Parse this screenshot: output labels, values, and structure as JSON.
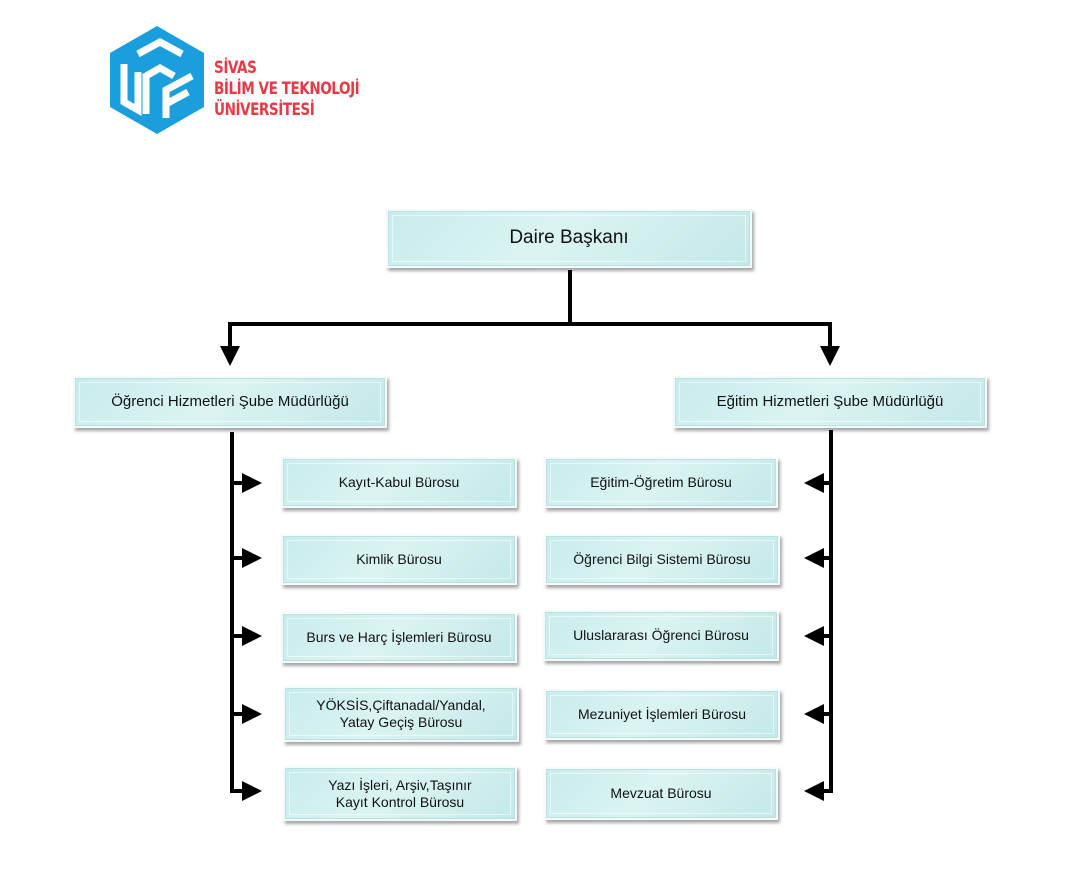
{
  "logo": {
    "name": "Sivas Bilim ve Teknoloji Üniversitesi logo",
    "lines": [
      "SİVAS",
      "BİLİM VE TEKNOLOJİ",
      "ÜNİVERSİTESİ"
    ],
    "mark_color": "#1a9fdc",
    "text_color": "#e63a46"
  },
  "chart": {
    "top": "Daire Başkanı",
    "left_branch": {
      "title": "Öğrenci Hizmetleri Şube Müdürlüğü",
      "units": [
        "Kayıt-Kabul Bürosu",
        "Kimlik Bürosu",
        "Burs ve Harç İşlemleri Bürosu",
        "YÖKSİS,Çiftanadal/Yandal,\nYatay Geçiş Bürosu",
        "Yazı İşleri, Arşiv,Taşınır\nKayıt Kontrol Bürosu"
      ]
    },
    "right_branch": {
      "title": "Eğitim Hizmetleri Şube Müdürlüğü",
      "units": [
        "Eğitim-Öğretim Bürosu",
        "Öğrenci Bilgi Sistemi Bürosu",
        "Uluslararası Öğrenci Bürosu",
        "Mezuniyet İşlemleri Bürosu",
        "Mevzuat Bürosu"
      ]
    },
    "colors": {
      "box_fill": "#cdeeed",
      "box_border": "#f4fbfb",
      "connector": "#000000"
    }
  }
}
